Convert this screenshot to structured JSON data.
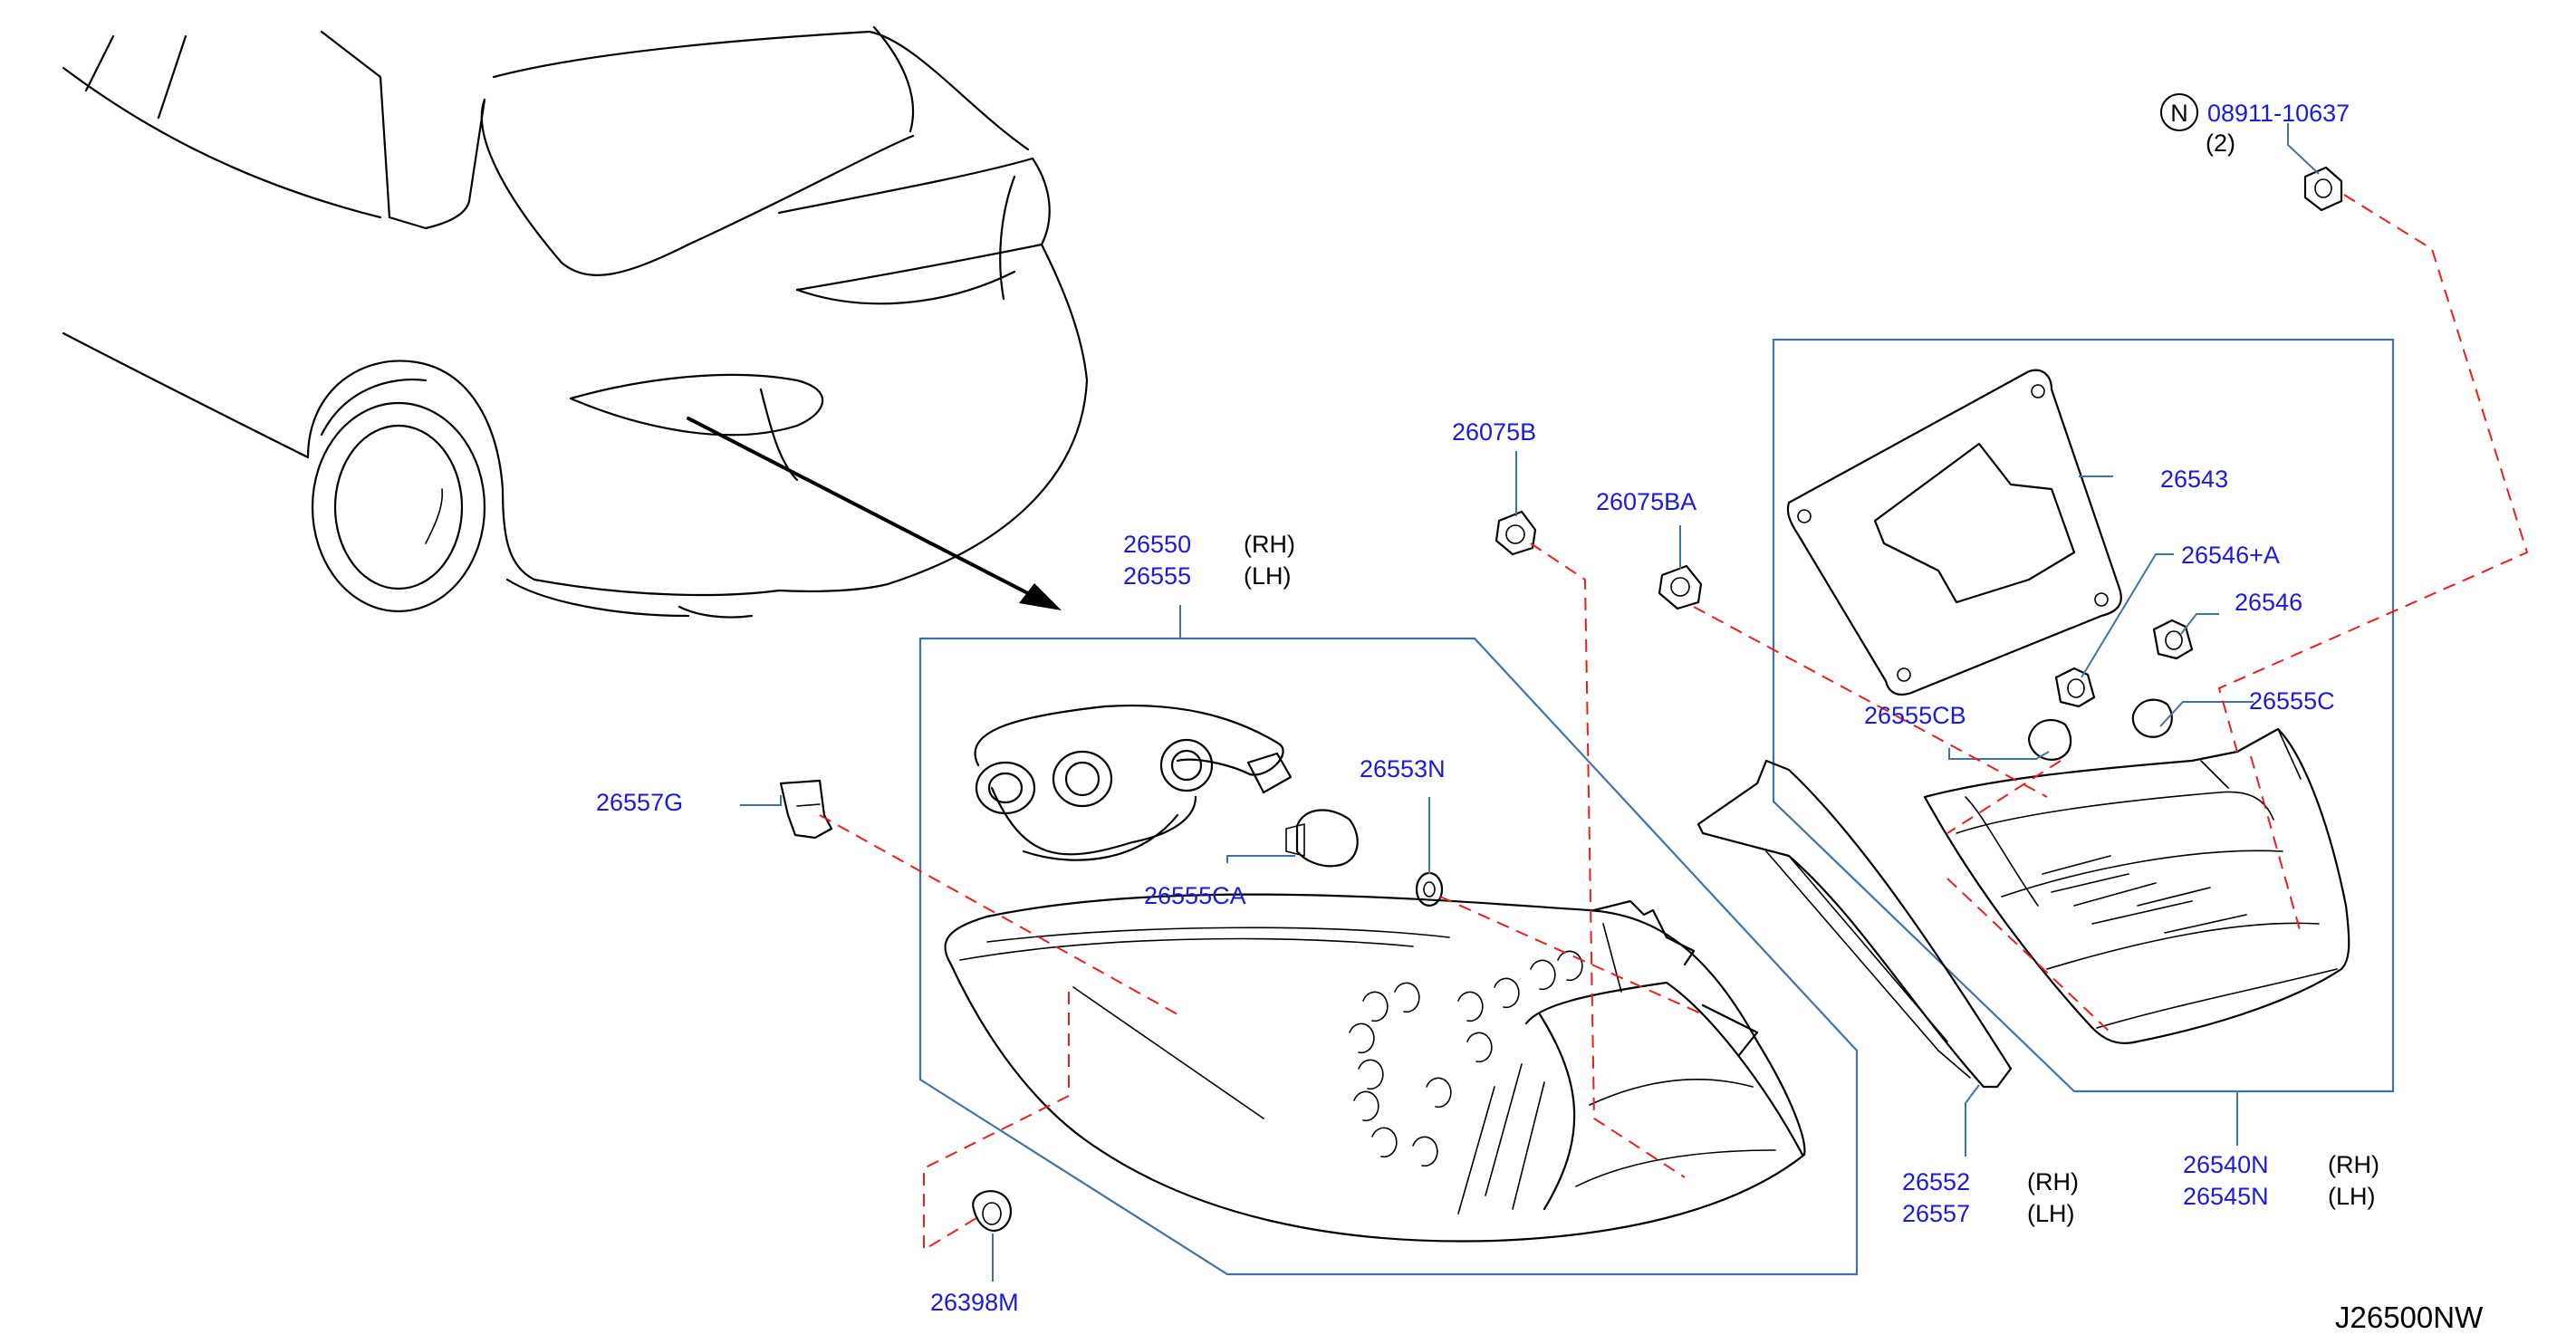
{
  "diagram": {
    "reference_code": "J26500NW",
    "callouts": {
      "lamp_assembly": {
        "parts": [
          "26550",
          "26555"
        ],
        "sides": [
          "(RH)",
          "(LH)"
        ]
      },
      "lamp_inner": {
        "parts": [
          "26540N",
          "26545N"
        ],
        "sides": [
          "(RH)",
          "(LH)"
        ]
      },
      "finisher": {
        "parts": [
          "26552",
          "26557"
        ],
        "sides": [
          "(RH)",
          "(LH)"
        ]
      },
      "screw": {
        "prefix": "N",
        "part": "08911-10637",
        "qty": "(2)"
      },
      "gasket": "26543",
      "socket_a": "26546+A",
      "socket": "26546",
      "bulb_c": "26555C",
      "bulb_cb": "26555CB",
      "nut_b": "26075B",
      "nut_ba": "26075BA",
      "seal": "26553N",
      "bulb_ca": "26555CA",
      "clip": "26557G",
      "grommet": "26398M"
    }
  }
}
